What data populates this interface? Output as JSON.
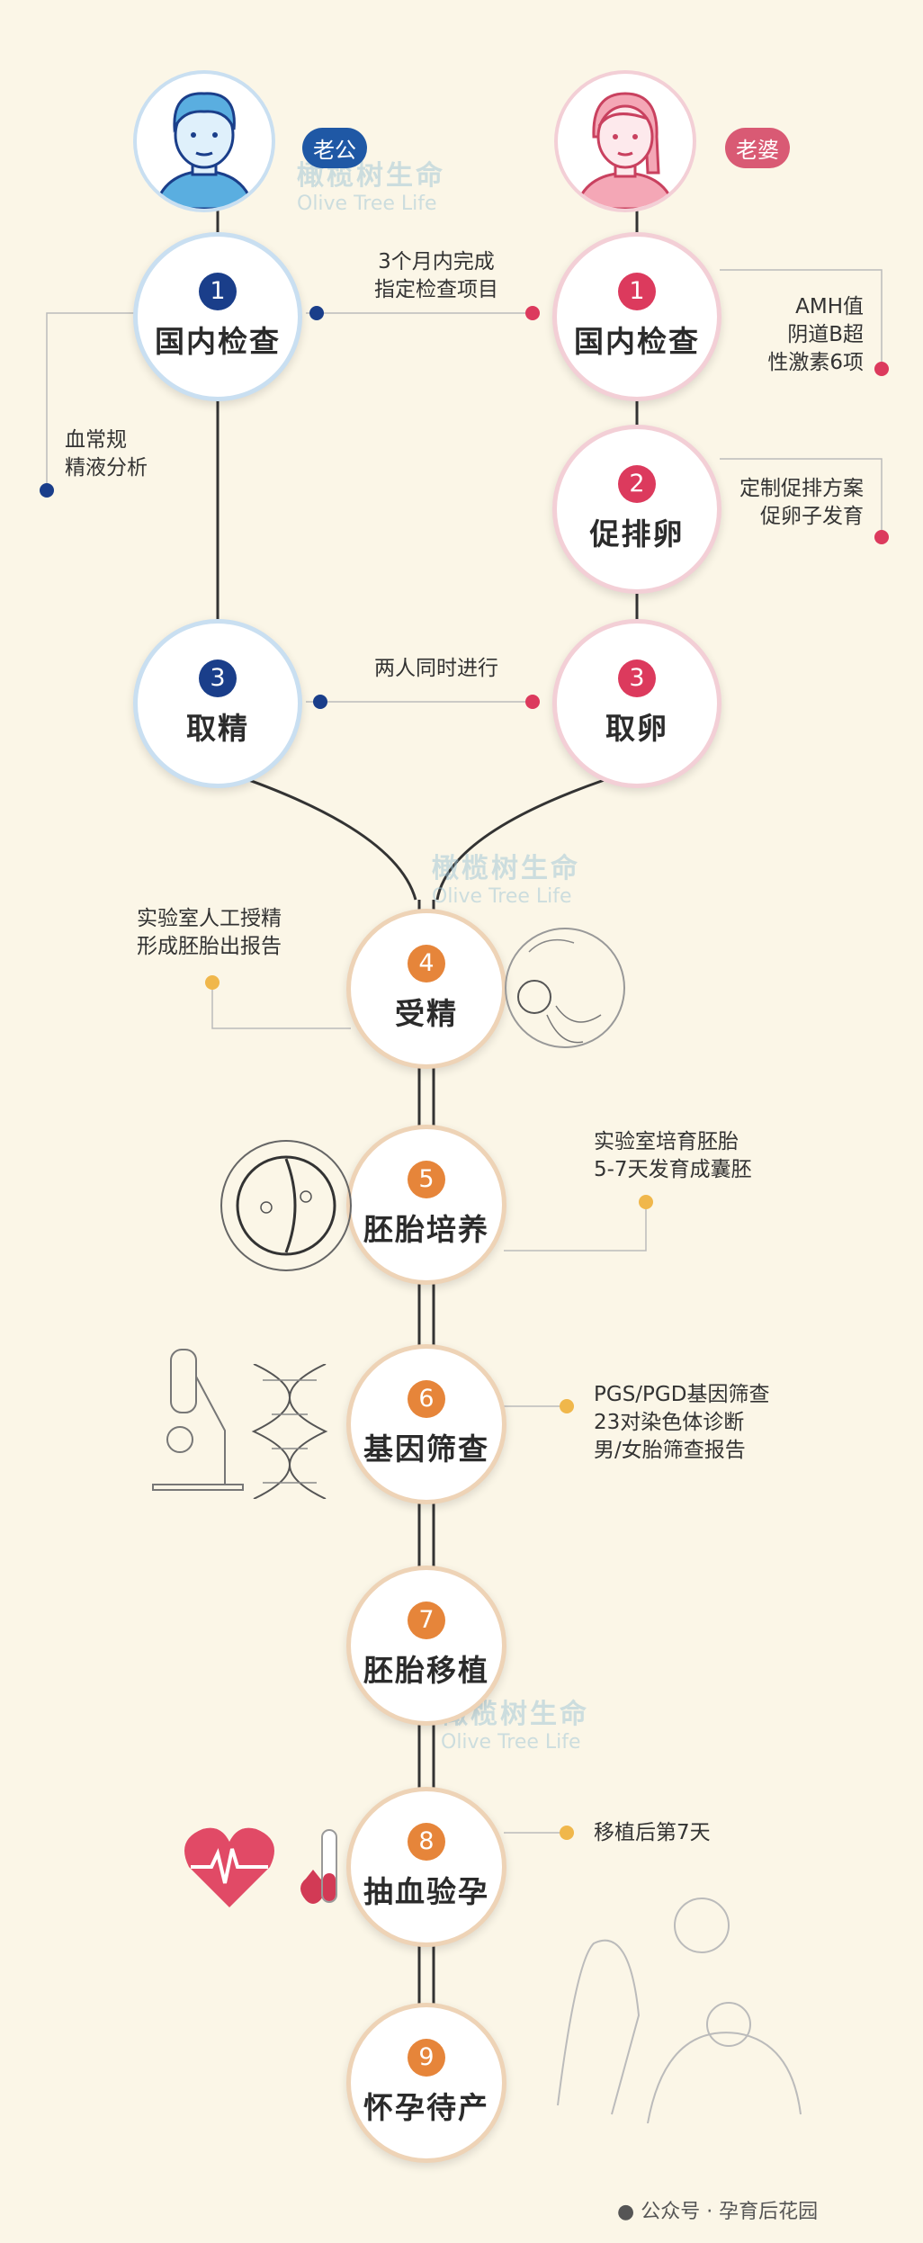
{
  "header": {
    "husband_badge": "老公",
    "wife_badge": "老婆"
  },
  "steps": {
    "husband_check": {
      "num": "1",
      "label": "国内检查"
    },
    "wife_check": {
      "num": "1",
      "label": "国内检查"
    },
    "ovulation": {
      "num": "2",
      "label": "促排卵"
    },
    "sperm_retrieval": {
      "num": "3",
      "label": "取精"
    },
    "egg_retrieval": {
      "num": "3",
      "label": "取卵"
    },
    "fertilization": {
      "num": "4",
      "label": "受精"
    },
    "culture": {
      "num": "5",
      "label": "胚胎培养"
    },
    "screening": {
      "num": "6",
      "label": "基因筛查"
    },
    "transfer": {
      "num": "7",
      "label": "胚胎移植"
    },
    "blood_test": {
      "num": "8",
      "label": "抽血验孕"
    },
    "delivery": {
      "num": "9",
      "label": "怀孕待产"
    }
  },
  "notes": {
    "between_checks": [
      "3个月内完成",
      "指定检查项目"
    ],
    "husband_tests": [
      "血常规",
      "精液分析"
    ],
    "wife_tests": [
      "AMH值",
      "阴道B超",
      "性激素6项"
    ],
    "ovulation_plan": [
      "定制促排方案",
      "促卵子发育"
    ],
    "simultaneous": [
      "两人同时进行"
    ],
    "fertilization": [
      "实验室人工授精",
      "形成胚胎出报告"
    ],
    "culture": [
      "实验室培育胚胎",
      "5-7天发育成囊胚"
    ],
    "screening": [
      "PGS/PGD基因筛查",
      "23对染色体诊断",
      "男/女胎筛查报告"
    ],
    "blood_test": [
      "移植后第7天"
    ]
  },
  "watermark": {
    "cn": "橄榄树生命",
    "en": "Olive Tree Life"
  },
  "footer": {
    "text": "公众号 · 孕育后花园"
  },
  "icons": {
    "husband": "man-avatar-icon",
    "wife": "woman-avatar-icon",
    "microscope": "microscope-icon",
    "dna": "dna-icon",
    "egg_cell": "egg-cell-icon",
    "embryo": "embryo-icon",
    "heart": "heart-pulse-icon",
    "test_tube": "test-tube-icon"
  },
  "colors": {
    "blue": "#1a3e8a",
    "pink": "#dc3a5d",
    "orange": "#e6853a",
    "background": "#fbf6e7"
  }
}
